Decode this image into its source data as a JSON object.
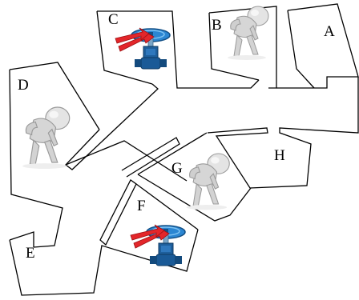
{
  "diagram": {
    "rooms": [
      {
        "id": "A",
        "label": "A"
      },
      {
        "id": "B",
        "label": "B"
      },
      {
        "id": "C",
        "label": "C"
      },
      {
        "id": "D",
        "label": "D"
      },
      {
        "id": "E",
        "label": "E"
      },
      {
        "id": "F",
        "label": "F"
      },
      {
        "id": "G",
        "label": "G"
      },
      {
        "id": "H",
        "label": "H"
      }
    ],
    "icons": {
      "valve": "valve-icon",
      "hurt_person": "person-back-pain-icon"
    },
    "colors": {
      "valve_blue": "#1e6fb8",
      "arrow_red": "#e3262a",
      "figure_gray": "#d9d9d9",
      "wall": "#000000"
    }
  }
}
